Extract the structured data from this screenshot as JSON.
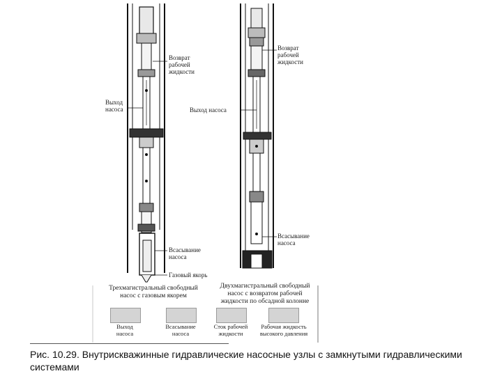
{
  "left_pump": {
    "labels": {
      "return_fluid": "Возврат\nрабочей\nжидкости",
      "outlet": "Выход\nнасоса",
      "intake": "Всасывание\nнасоса",
      "gas_anchor": "Газовый якорь"
    },
    "caption": "Трехмагистральный свободный\nнасос с газовым якорем"
  },
  "right_pump": {
    "labels": {
      "return_fluid": "Возврат\nрабочей\nжидкости",
      "outlet": "Выход насоса",
      "intake": "Всасывание\nнасоса"
    },
    "caption": "Двухмагистральный свободный\nнасос с возвратом рабочей\nжидкости по обсадной колонне"
  },
  "legend": [
    {
      "label": "Выход\nнасоса",
      "fill": "#d4d4d4"
    },
    {
      "label": "Всасывание\nнасоса",
      "fill": "#d4d4d4"
    },
    {
      "label": "Сток рабочей\nжидкости",
      "fill": "#d4d4d4"
    },
    {
      "label": "Рабочая жидкость\nвысокого давления",
      "fill": "#d4d4d4"
    }
  ],
  "figure_caption": "Рис. 10.29. Внутрискважинные гидравлические насосные узлы с замкнутыми гидравлическими системами"
}
